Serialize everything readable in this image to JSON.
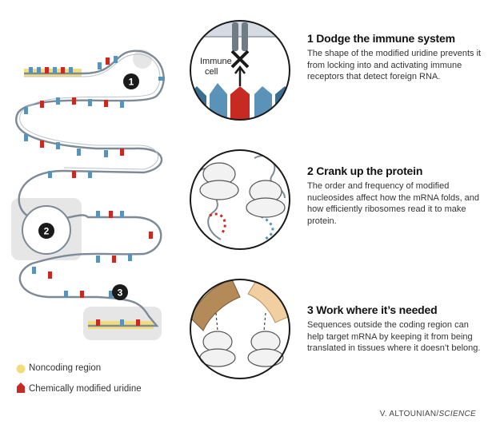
{
  "steps": [
    {
      "title": "1 Dodge the immune system",
      "text": "The shape of the modified uridine prevents it from locking into and activating immune receptors that detect foreign RNA."
    },
    {
      "title": "2 Crank up the protein",
      "text": "The order and frequency of modified nucleosides affect how the mRNA folds, and how efficiently ribosomes read it to make protein."
    },
    {
      "title": "3 Work where it’s needed",
      "text": "Sequences outside the coding region can help target mRNA by keeping it from being translated in tissues where it doesn’t belong."
    }
  ],
  "markers": [
    "1",
    "2",
    "3"
  ],
  "inset1": {
    "label_line1": "Immune",
    "label_line2": "cell"
  },
  "legend": {
    "noncoding": "Noncoding region",
    "modified": "Chemically modified uridine"
  },
  "credit": {
    "author": "V. ALTOUNIAN/",
    "outlet": "SCIENCE"
  },
  "colors": {
    "noncoding_yellow": "#f3dc7c",
    "modified_red": "#c62a22",
    "nucleotide_blue": "#5b93b8",
    "strand_gray": "#7d8a95",
    "background_gray": "#e6e6e6"
  }
}
